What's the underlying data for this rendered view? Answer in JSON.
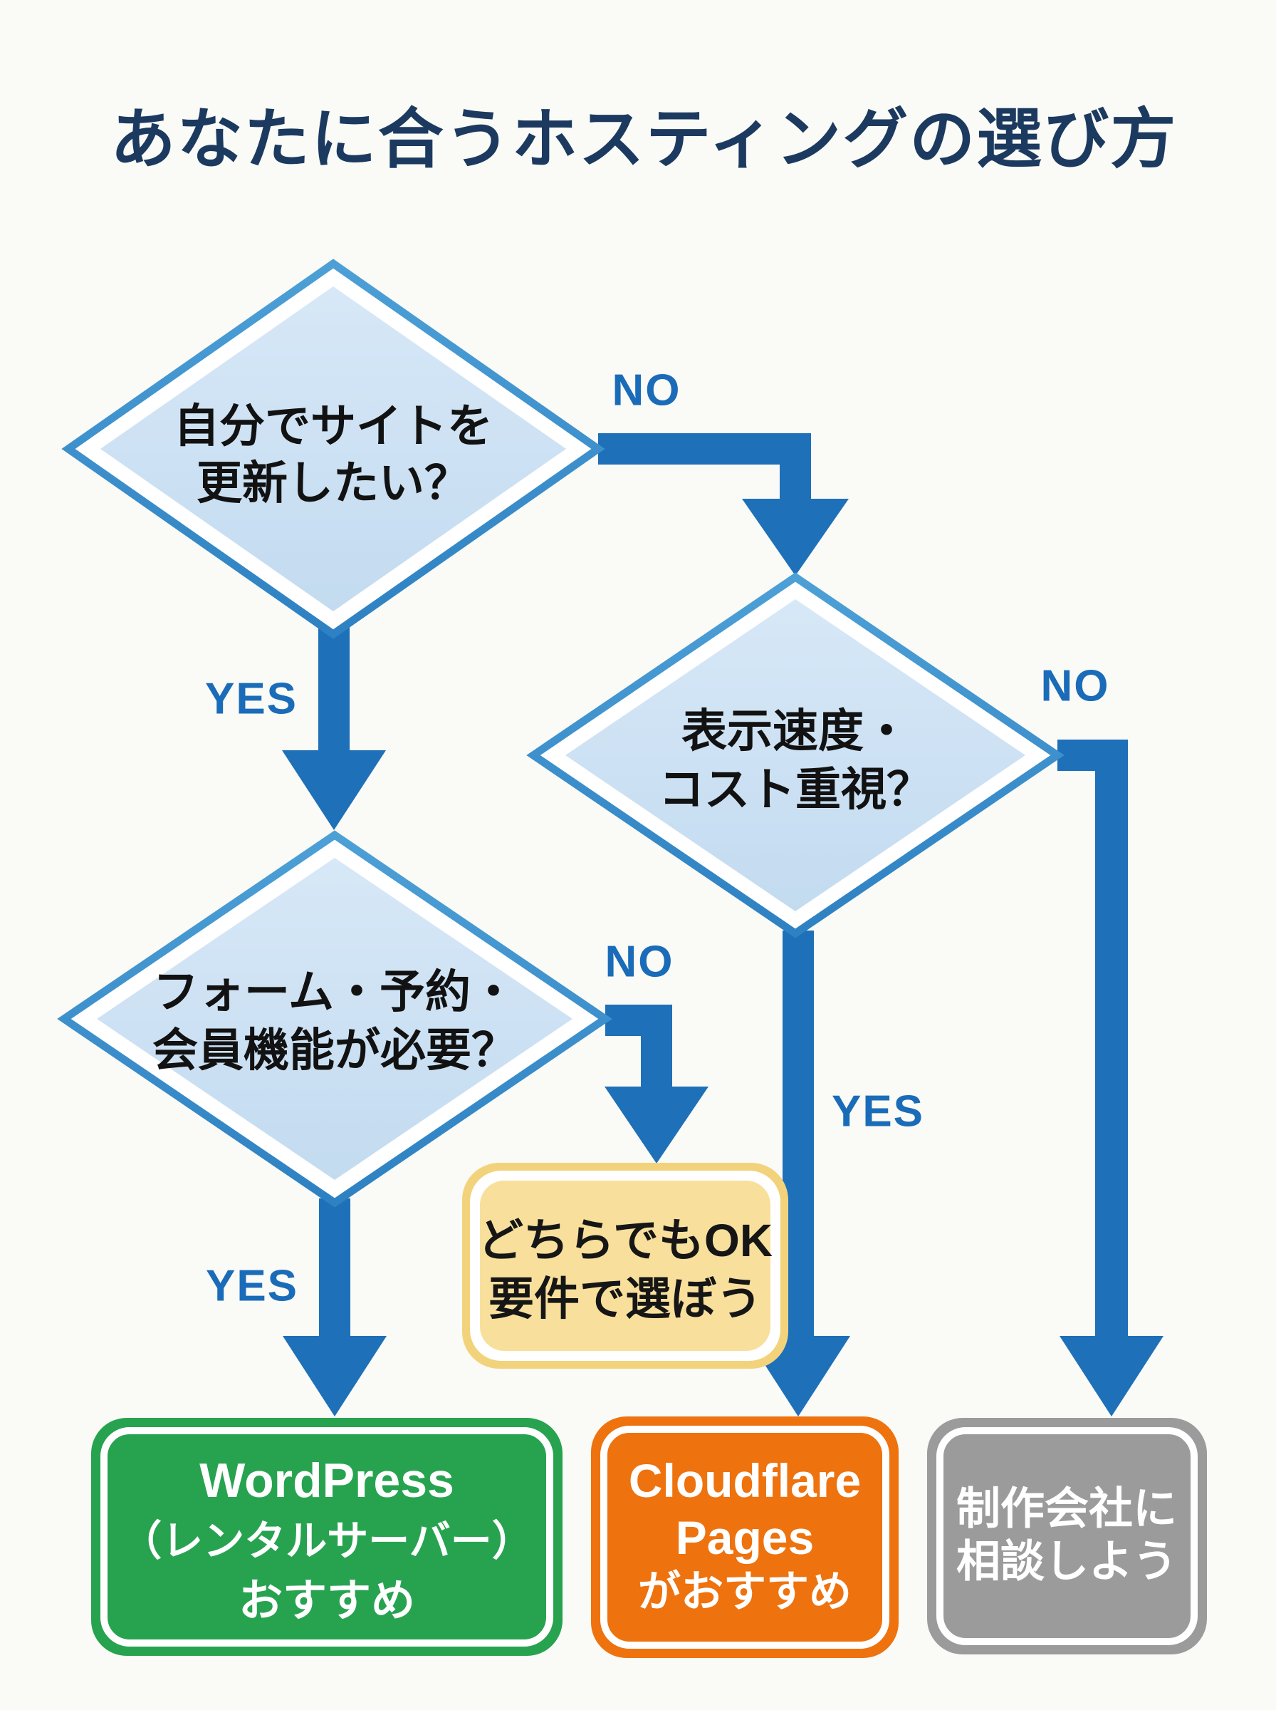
{
  "title": "あなたに合うホスティングの選び方",
  "flowchart": {
    "questions": {
      "q1": {
        "line1": "自分でサイトを",
        "line2": "更新したい？"
      },
      "q2": {
        "line1": "表示速度・",
        "line2": "コスト重視？"
      },
      "q3": {
        "line1": "フォーム・予約・",
        "line2": "会員機能が必要？"
      }
    },
    "branch_labels": {
      "q1_no": "NO",
      "q1_yes": "YES",
      "q2_no": "NO",
      "q2_yes": "YES",
      "q3_no": "NO",
      "q3_yes": "YES"
    },
    "results": {
      "wordpress": {
        "line1": "WordPress",
        "line2": "（レンタルサーバー）",
        "line3": "おすすめ",
        "color": "#27a350"
      },
      "either_ok": {
        "line1": "どちらでもOK",
        "line2": "要件で選ぼう",
        "color": "#f8e09c"
      },
      "cloudflare": {
        "line1": "Cloudflare",
        "line2": "Pages",
        "line3": "がおすすめ",
        "color": "#ee720e"
      },
      "agency": {
        "line1": "制作会社に",
        "line2": "相談しよう",
        "color": "#9b9b9b"
      }
    }
  },
  "colors": {
    "background": "#fafaf6",
    "title_text": "#1c3a5f",
    "diamond_fill": "#cbe0f2",
    "diamond_border": "#3e92cc",
    "arrow": "#1e70b8",
    "branch_label_text": "#1a6cb8",
    "question_text": "#121212",
    "either_ok_border": "#f2d37b",
    "result_text": "#ffffff"
  }
}
